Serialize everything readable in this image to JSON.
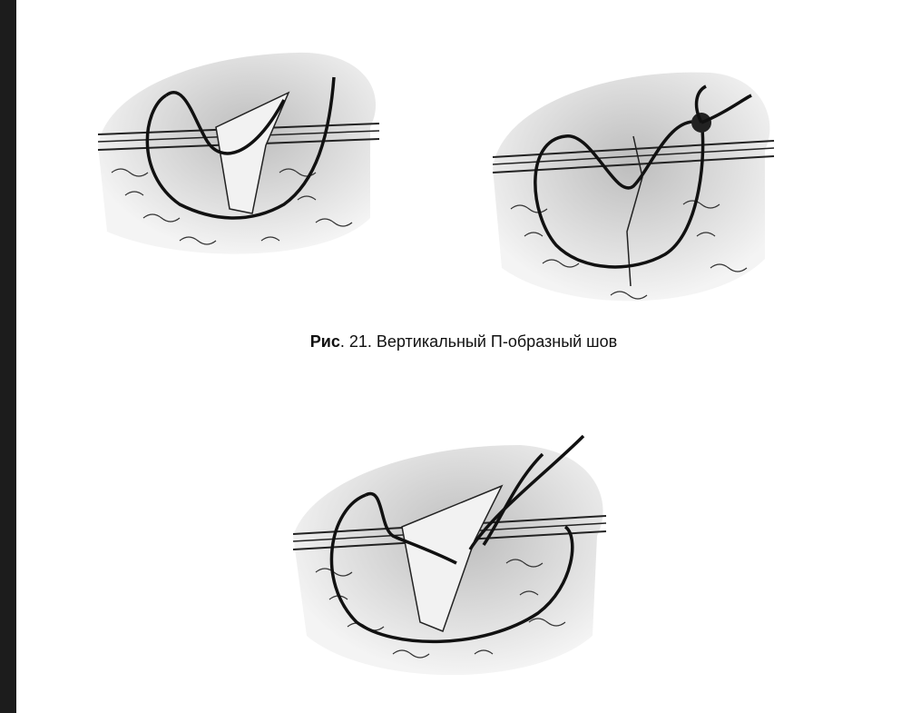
{
  "caption": {
    "prefix": "Рис",
    "rest": ". 21. Вертикальный П-образный шов"
  },
  "colors": {
    "page_background": "#ffffff",
    "frame_background": "#1c1c1c",
    "tissue_shade": "#cfcfcf",
    "suture_line": "#1a1a1a"
  },
  "figures": [
    {
      "name": "suture-illustration-top-left",
      "icon": "open-wound-suture-icon"
    },
    {
      "name": "suture-illustration-top-right",
      "icon": "tied-suture-icon"
    },
    {
      "name": "suture-illustration-bottom",
      "icon": "deep-wound-suture-icon"
    }
  ]
}
